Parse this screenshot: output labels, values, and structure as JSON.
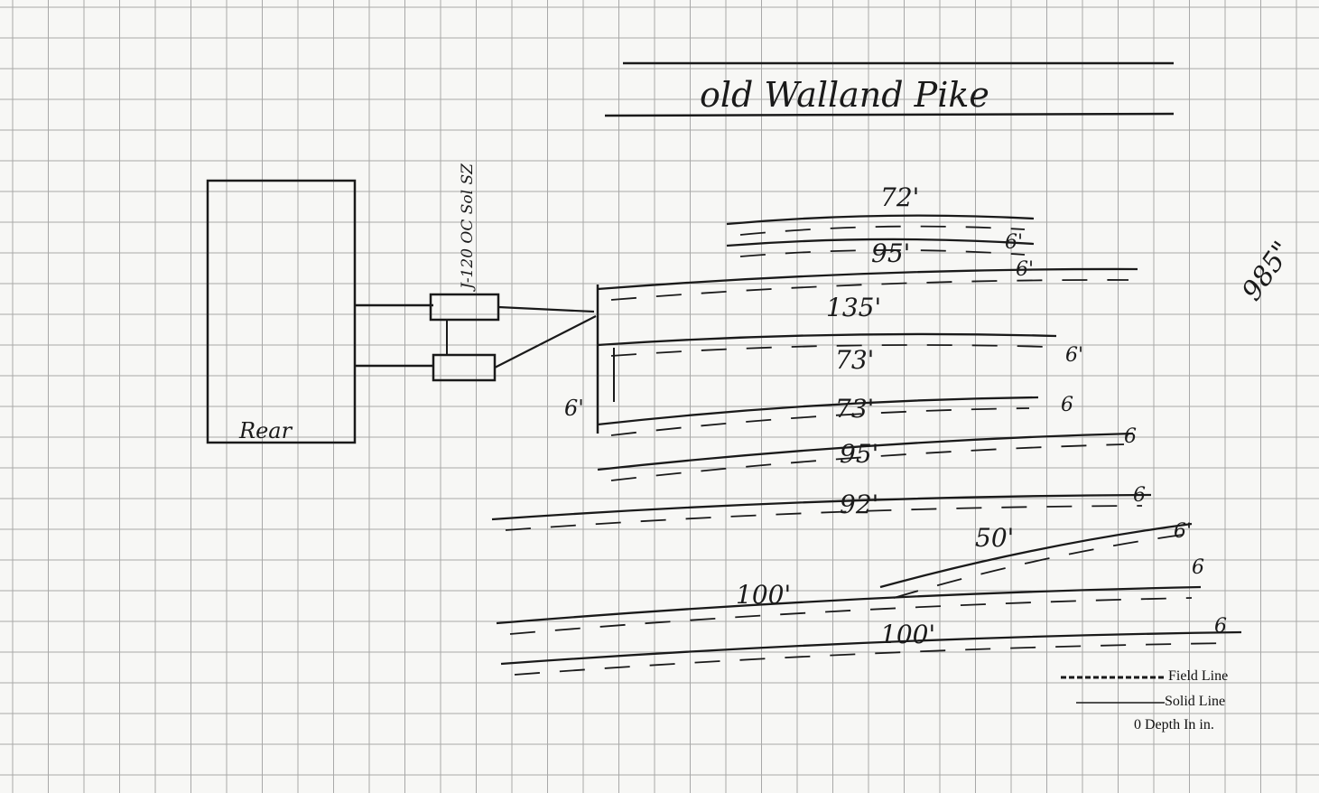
{
  "road_label": "old Walland Pike",
  "tank": {
    "label": "Rear",
    "side_label": "J-120 OC Sol SZ"
  },
  "side_note": "985\"",
  "field_lines": [
    {
      "length": "72'",
      "end": "6'"
    },
    {
      "length": "95'",
      "end": "6'"
    },
    {
      "length": "135'",
      "end": ""
    },
    {
      "length": "73'",
      "end": "6'"
    },
    {
      "length": "73'",
      "end": "6"
    },
    {
      "length": "95'",
      "end": "6"
    },
    {
      "length": "92'",
      "end": "6"
    },
    {
      "length": "50'",
      "end": "6'"
    },
    {
      "length": "100'",
      "end": "6"
    },
    {
      "length": "100'",
      "end": "6"
    }
  ],
  "left_spacing": "6'",
  "legend": {
    "field_line": "Field Line",
    "solid_line": "Solid Line",
    "depth": "0 Depth In in."
  },
  "colors": {
    "paper": "#f7f7f5",
    "grid": "#9a9a9a",
    "ink": "#1a1a1a"
  }
}
